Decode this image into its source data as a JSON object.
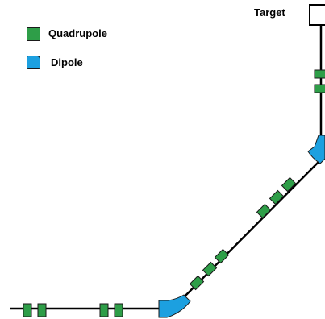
{
  "legend": {
    "quadrupole": {
      "label": "Quadrupole",
      "color": "#2e9e48"
    },
    "dipole": {
      "label": "Dipole",
      "color": "#1ca0e0"
    }
  },
  "target": {
    "label": "Target"
  },
  "colors": {
    "beamline": "#000000",
    "outline": "#1a1a1a"
  }
}
